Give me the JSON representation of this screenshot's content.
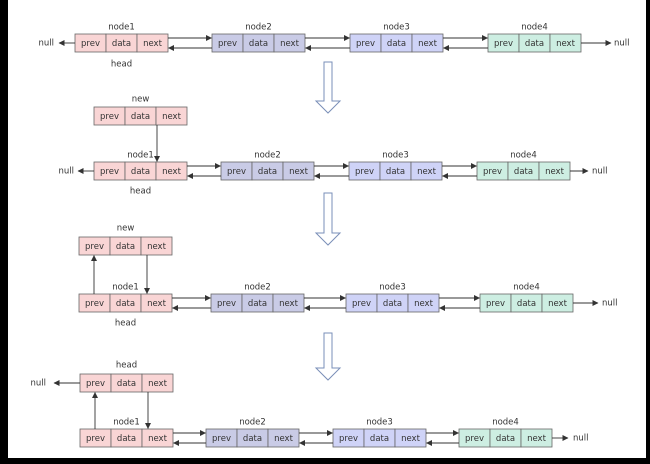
{
  "labels": {
    "null": "null",
    "head": "head",
    "new": "new",
    "prev": "prev",
    "data": "data",
    "next": "next",
    "node1": "node1",
    "node2": "node2",
    "node3": "node3",
    "node4": "node4"
  },
  "colors": {
    "node1": "#f9d5d5",
    "node2": "#c9cbe6",
    "node3": "#cfd3f7",
    "node4": "#cdeee2",
    "new": "#f9d5d5",
    "stroke": "#666666",
    "arrow": "#333333",
    "step_arrow_fill": "#ffffff",
    "step_arrow_stroke": "#7a8fb8"
  },
  "stages": [
    {
      "name": "stage-1",
      "nodes": [
        {
          "id": "node1",
          "label": "node1",
          "color": "node1",
          "under_label": "head"
        },
        {
          "id": "node2",
          "label": "node2",
          "color": "node2"
        },
        {
          "id": "node3",
          "label": "node3",
          "color": "node3"
        },
        {
          "id": "node4",
          "label": "node4",
          "color": "node4"
        }
      ]
    },
    {
      "name": "stage-2",
      "new_node": {
        "label": "new",
        "links": [
          "next->node1"
        ]
      },
      "nodes": [
        {
          "id": "node1",
          "label": "node1",
          "color": "node1",
          "under_label": "head"
        },
        {
          "id": "node2",
          "label": "node2",
          "color": "node2"
        },
        {
          "id": "node3",
          "label": "node3",
          "color": "node3"
        },
        {
          "id": "node4",
          "label": "node4",
          "color": "node4"
        }
      ]
    },
    {
      "name": "stage-3",
      "new_node": {
        "label": "new",
        "links": [
          "next->node1",
          "node1.prev->new"
        ]
      },
      "nodes": [
        {
          "id": "node1",
          "label": "node1",
          "color": "node1",
          "under_label": "head"
        },
        {
          "id": "node2",
          "label": "node2",
          "color": "node2"
        },
        {
          "id": "node3",
          "label": "node3",
          "color": "node3"
        },
        {
          "id": "node4",
          "label": "node4",
          "color": "node4"
        }
      ]
    },
    {
      "name": "stage-4",
      "new_node": {
        "label": "head",
        "links": [
          "next->node1",
          "node1.prev->new",
          "prev->null"
        ]
      },
      "nodes": [
        {
          "id": "node1",
          "label": "node1",
          "color": "node1"
        },
        {
          "id": "node2",
          "label": "node2",
          "color": "node2"
        },
        {
          "id": "node3",
          "label": "node3",
          "color": "node3"
        },
        {
          "id": "node4",
          "label": "node4",
          "color": "node4"
        }
      ]
    }
  ]
}
